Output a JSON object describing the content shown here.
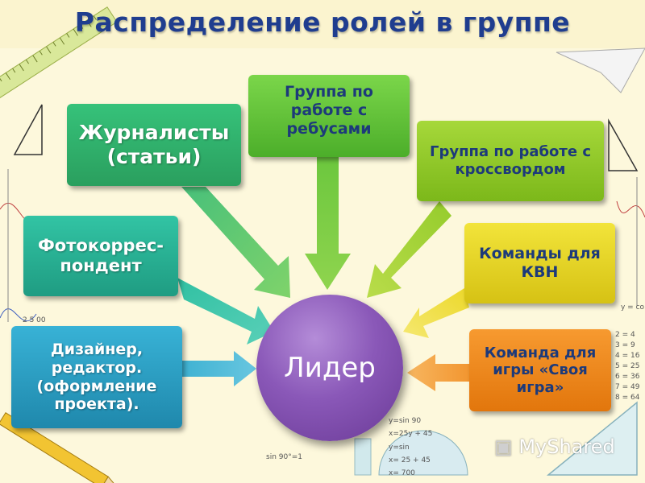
{
  "title": "Распределение ролей в группе",
  "center": {
    "label": "Лидер",
    "color": "#8a58b8"
  },
  "roles": {
    "journalists": {
      "label": "Журналисты (статьи)",
      "color": "#3cb86a"
    },
    "rebus": {
      "label": "Группа по работе с ребусами",
      "color": "#5cc13a"
    },
    "crossword": {
      "label": "Группа по работе с кроссвордом",
      "color": "#86c324"
    },
    "photo": {
      "label": "Фотокоррес- пондент",
      "color": "#2bb89a"
    },
    "kvn": {
      "label": "Команды для КВН",
      "color": "#e8d21a"
    },
    "designer": {
      "label": "Дизайнер, редактор. (оформление проекта).",
      "color": "#2fa8c8"
    },
    "game": {
      "label": "Команда для игры «Своя игра»",
      "color": "#f08a1a"
    }
  },
  "watermark": "MyShared",
  "decor_formulas": [
    "y=sin 90",
    "x=25y + 45",
    "y=sin",
    "x= 25 + 45",
    "x= 700",
    "sin 90°=1",
    "2 = 4",
    "3 = 9",
    "4 = 16",
    "5 = 25",
    "6 = 36",
    "7 = 49",
    "8 = 64",
    "2 5 00",
    "y = co"
  ]
}
